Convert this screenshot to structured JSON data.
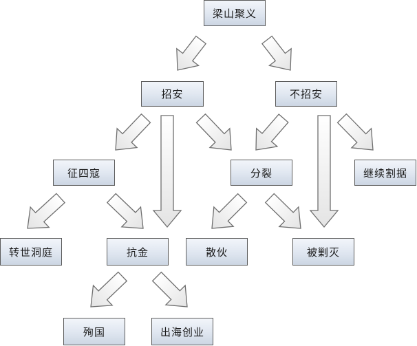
{
  "nodes": {
    "root": "梁山聚义",
    "zhaoan": "招安",
    "buzhaoan": "不招安",
    "zhengsikou": "征四寇",
    "fenlie": "分裂",
    "jixugeju": "继续割据",
    "zhuanshi": "转世洞庭",
    "kangjin": "抗金",
    "sanhuo": "散伙",
    "beijiaomie": "被剿灭",
    "xunguo": "殉国",
    "chuhai": "出海创业"
  },
  "edges": [
    {
      "from": "root",
      "to": "zhaoan"
    },
    {
      "from": "root",
      "to": "buzhaoan"
    },
    {
      "from": "zhaoan",
      "to": "zhengsikou"
    },
    {
      "from": "zhaoan",
      "to": "kangjin"
    },
    {
      "from": "zhaoan",
      "to": "fenlie"
    },
    {
      "from": "buzhaoan",
      "to": "fenlie"
    },
    {
      "from": "buzhaoan",
      "to": "beijiaomie"
    },
    {
      "from": "buzhaoan",
      "to": "jixugeju"
    },
    {
      "from": "zhengsikou",
      "to": "zhuanshi"
    },
    {
      "from": "zhengsikou",
      "to": "kangjin"
    },
    {
      "from": "fenlie",
      "to": "sanhuo"
    },
    {
      "from": "fenlie",
      "to": "beijiaomie"
    },
    {
      "from": "kangjin",
      "to": "xunguo"
    },
    {
      "from": "kangjin",
      "to": "chuhai"
    }
  ],
  "colors": {
    "box_border": "#5a5a5a",
    "box_fill_top": "#f2f5fa",
    "box_fill_bottom": "#ccd6e3",
    "arrow_stroke": "#6e6e6e",
    "arrow_fill": "#f3f3f3"
  }
}
